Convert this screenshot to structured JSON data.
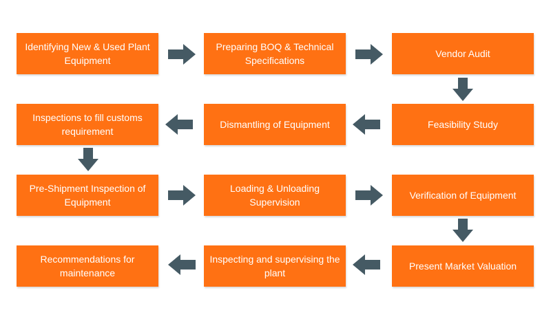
{
  "colors": {
    "box": "#ff7113",
    "box_text": "#ffffff",
    "arrow": "#455a64"
  },
  "steps": [
    {
      "label": "Identifying New & Used Plant Equipment"
    },
    {
      "label": "Preparing BOQ & Technical Specifications"
    },
    {
      "label": "Vendor Audit"
    },
    {
      "label": "Feasibility Study"
    },
    {
      "label": "Dismantling of Equipment"
    },
    {
      "label": "Inspections to fill customs requirement"
    },
    {
      "label": "Pre-Shipment Inspection of Equipment"
    },
    {
      "label": "Loading & Unloading Supervision"
    },
    {
      "label": "Verification of Equipment"
    },
    {
      "label": "Present Market Valuation"
    },
    {
      "label": "Inspecting and supervising the plant"
    },
    {
      "label": "Recommendations for maintenance"
    }
  ]
}
